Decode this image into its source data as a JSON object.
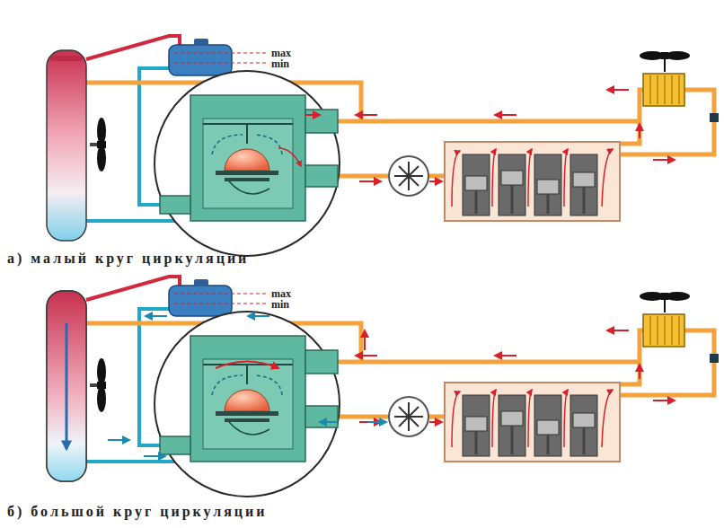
{
  "diagram": {
    "labels": [
      "max",
      "min",
      "а) малый круг циркуляции",
      "max",
      "min",
      "б) большой круг циркуляции"
    ]
  }
}
